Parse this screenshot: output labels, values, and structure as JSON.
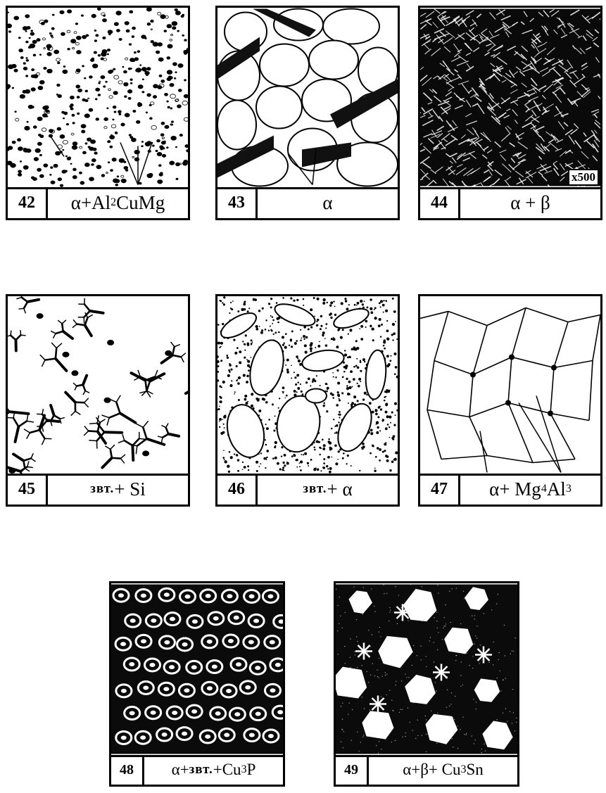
{
  "panels": [
    {
      "num": "42",
      "caption_html": "α+Al<sub>2</sub>CuMg"
    },
    {
      "num": "43",
      "caption_html": "α"
    },
    {
      "num": "44",
      "caption_html": "α + β",
      "magnification": "x500"
    },
    {
      "num": "45",
      "caption_html": "<span class='cyr'>звт.</span> + Si"
    },
    {
      "num": "46",
      "caption_html": "<span class='cyr'>звт.</span> + α"
    },
    {
      "num": "47",
      "caption_html": "α+ Mg<sub>4</sub>Al<sub>3</sub>"
    },
    {
      "num": "48",
      "caption_html": "α+<span class='cyr'>звт.</span>+Cu<sub>3</sub>P"
    },
    {
      "num": "49",
      "caption_html": "α+β+ Cu<sub>3</sub>Sn"
    }
  ]
}
